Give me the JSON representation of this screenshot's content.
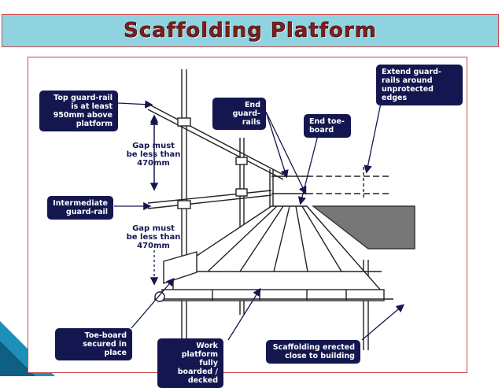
{
  "title": "Scaffolding Platform",
  "labels": {
    "top_guard_rail": "Top guard-rail is at least 950mm above platform",
    "end_guard_rails": "End guard-rails",
    "end_toe_board": "End toe-board",
    "extend_guard_rails": "Extend guard-rails around unprotected edges",
    "gap_upper": "Gap must be less than 470mm",
    "intermediate_guard_rail": "Intermediate guard-rail",
    "gap_lower": "Gap must be less than 470mm",
    "toe_board": "Toe-board secured in place",
    "work_platform": "Work platform fully boarded / decked",
    "scaffolding_erected": "Scaffolding erected close to building"
  },
  "colors": {
    "title_bg": "#8fd3e0",
    "title_text": "#7a1f1f",
    "frame_border": "#c94a4a",
    "label_bg": "#14174f",
    "label_text": "#ffffff"
  }
}
